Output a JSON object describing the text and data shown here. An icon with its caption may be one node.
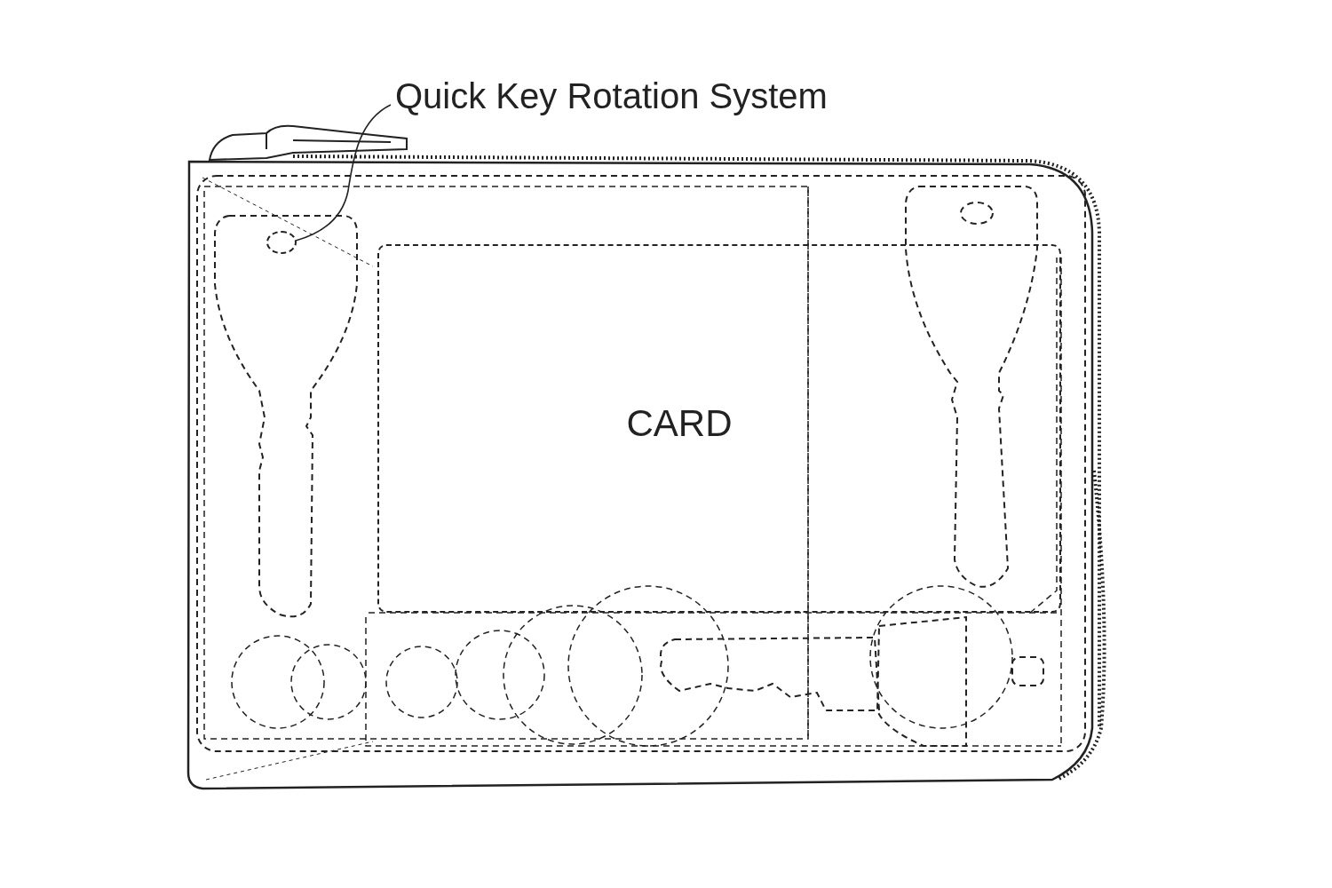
{
  "diagram": {
    "nodes": [
      {
        "text": [
          "Quick Key Rotation System"
        ]
      },
      {
        "text": [],
        "shape": "circle"
      },
      {
        "text": [
          "CARD"
        ]
      }
    ],
    "edges": [
      {
        "from": 0,
        "to": 1,
        "arrow": "none"
      }
    ]
  }
}
